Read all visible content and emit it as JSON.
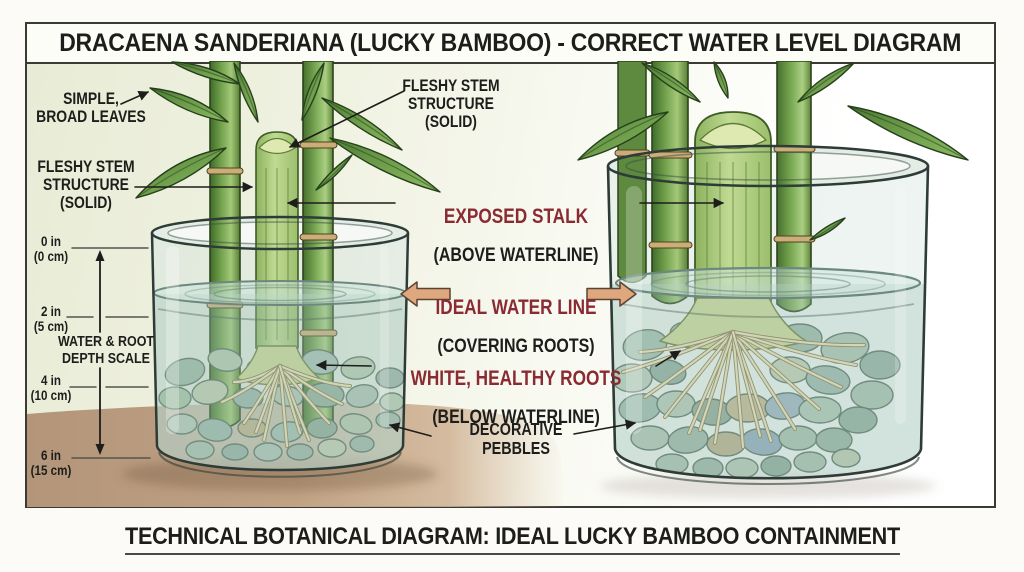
{
  "title": "DRACAENA SANDERIANA (LUCKY BAMBOO) - CORRECT WATER LEVEL DIAGRAM",
  "caption": "TECHNICAL BOTANICAL DIAGRAM: IDEAL LUCKY BAMBOO CONTAINMENT",
  "labels": {
    "simple_broad_leaves": "SIMPLE,\nBROAD LEAVES",
    "fleshy_stem_left": "FLESHY STEM\nSTRUCTURE\n(SOLID)",
    "fleshy_stem_top": "FLESHY STEM\nSTRUCTURE\n(SOLID)",
    "exposed_stalk_main": "EXPOSED STALK",
    "exposed_stalk_sub": "(ABOVE WATERLINE)",
    "ideal_water_line_main": "IDEAL WATER LINE",
    "ideal_water_line_sub": "(COVERING ROOTS)",
    "healthy_roots_main": "WHITE, HEALTHY ROOTS",
    "healthy_roots_sub": "(BELOW WATERLINE)",
    "decorative_pebbles": "DECORATIVE\nPEBBLES"
  },
  "scale": {
    "title": "WATER & ROOT\nDEPTH SCALE",
    "ticks": [
      {
        "inches": "0 in",
        "cm": "(0 cm)"
      },
      {
        "inches": "2 in",
        "cm": "(5 cm)"
      },
      {
        "inches": "4 in",
        "cm": "(10 cm)"
      },
      {
        "inches": "6 in",
        "cm": "(15 cm)"
      }
    ]
  },
  "colors": {
    "label_red": "#8a2a32",
    "ink": "#1d1d1b",
    "arrow_fill": "#dfa77e",
    "arrow_outline": "#5b4434",
    "bamboo_green": "#6f9f4a",
    "cut_stalk_green": "#c0da92",
    "water": "#cde2d8",
    "floor_tan": "#c1a285",
    "pebble_sage": "#a9c3a4"
  }
}
